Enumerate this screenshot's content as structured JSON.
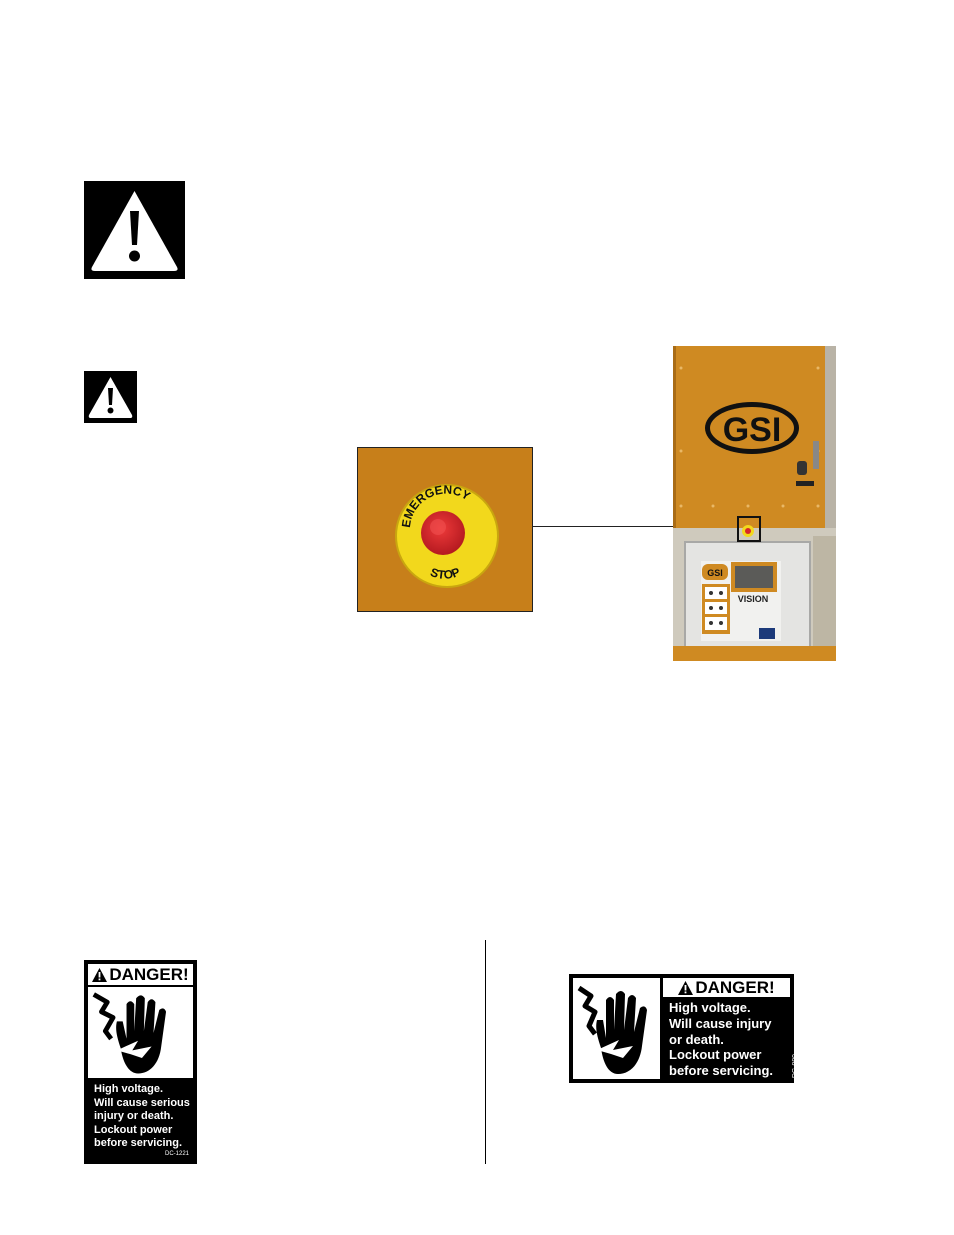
{
  "colors": {
    "photo_orange": "#c77f1a",
    "estop_red": "#d8262b",
    "estop_yellow": "#f2d81c"
  },
  "icons": {
    "warning_large": "warning-triangle-icon",
    "warning_small": "warning-triangle-icon",
    "shock_hand": "electric-shock-hand-icon"
  },
  "estop": {
    "top_text": "EMERGENCY",
    "bottom_text": "STOP"
  },
  "panel": {
    "logo": "GSI",
    "controller_label": "VISION"
  },
  "decal_vertical": {
    "header": "DANGER!",
    "lines": [
      "High voltage.",
      "Will cause serious",
      "injury or death.",
      "Lockout power",
      "before servicing."
    ],
    "code": "DC-1221"
  },
  "decal_horizontal": {
    "header": "DANGER!",
    "lines": [
      "High voltage.",
      "Will cause injury",
      "or death.",
      "Lockout power",
      "before servicing."
    ],
    "code": "DC-889"
  }
}
